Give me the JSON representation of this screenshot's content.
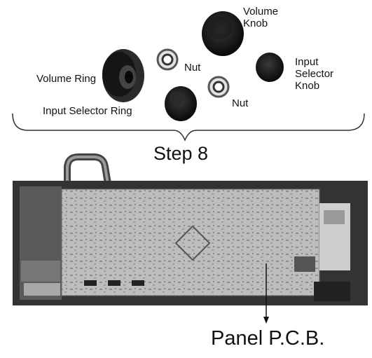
{
  "parts": {
    "volume_knob": "Volume\nKnob",
    "input_selector_knob": "Input\nSelector\nKnob",
    "volume_ring": "Volume Ring",
    "nut_1": "Nut",
    "nut_2": "Nut",
    "input_selector_ring": "Input Selector Ring"
  },
  "step_label": "Step 8",
  "callout_label": "Panel P.C.B."
}
